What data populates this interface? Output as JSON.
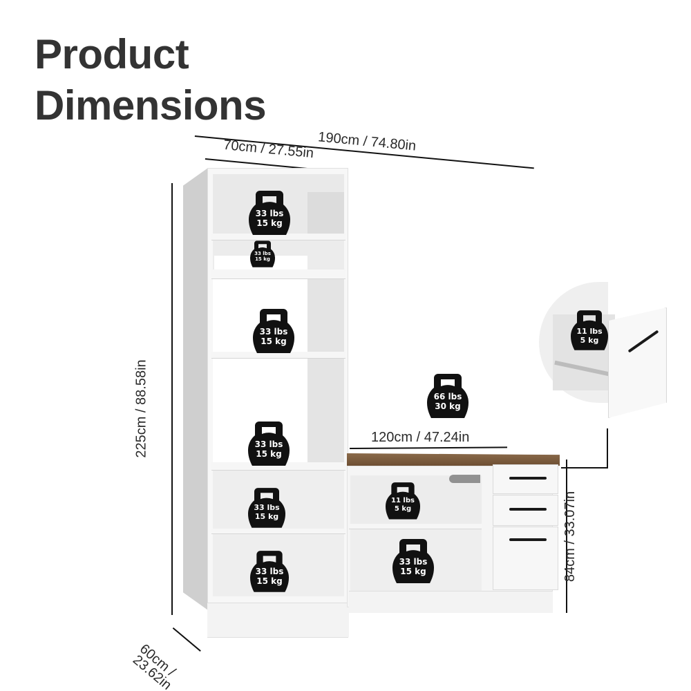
{
  "title": {
    "line1": "Product",
    "line2": "Dimensions"
  },
  "dimensions": {
    "total_width": "190cm / 74.80in",
    "tower_width": "70cm / 27.55in",
    "total_height": "225cm / 88.58in",
    "desk_width": "120cm / 47.24in",
    "desk_height": "84cm / 33.07in",
    "depth_line1": "60cm /",
    "depth_line2": "23.62in"
  },
  "weight_badges": [
    {
      "id": "tower-top-shelf",
      "lbs": "33 lbs",
      "kg": "15 kg"
    },
    {
      "id": "tower-small-shelf",
      "lbs": "33 lbs",
      "kg": "15 kg"
    },
    {
      "id": "tower-middle-shelf",
      "lbs": "33 lbs",
      "kg": "15 kg"
    },
    {
      "id": "tower-lower-shelf",
      "lbs": "33 lbs",
      "kg": "15 kg"
    },
    {
      "id": "tower-cubby-upper",
      "lbs": "33 lbs",
      "kg": "15 kg"
    },
    {
      "id": "tower-cubby-lower",
      "lbs": "33 lbs",
      "kg": "15 kg"
    },
    {
      "id": "desktop",
      "lbs": "66 lbs",
      "kg": "30 kg"
    },
    {
      "id": "desk-keyboard-shelf",
      "lbs": "11 lbs",
      "kg": "5 kg"
    },
    {
      "id": "desk-lower-shelf",
      "lbs": "33 lbs",
      "kg": "15 kg"
    },
    {
      "id": "drawer",
      "lbs": "11 lbs",
      "kg": "5 kg"
    }
  ],
  "colors": {
    "title": "#333333",
    "wood_top": "#7a5a3c",
    "badge": "#111111",
    "cabinet": "#f4f4f4"
  }
}
